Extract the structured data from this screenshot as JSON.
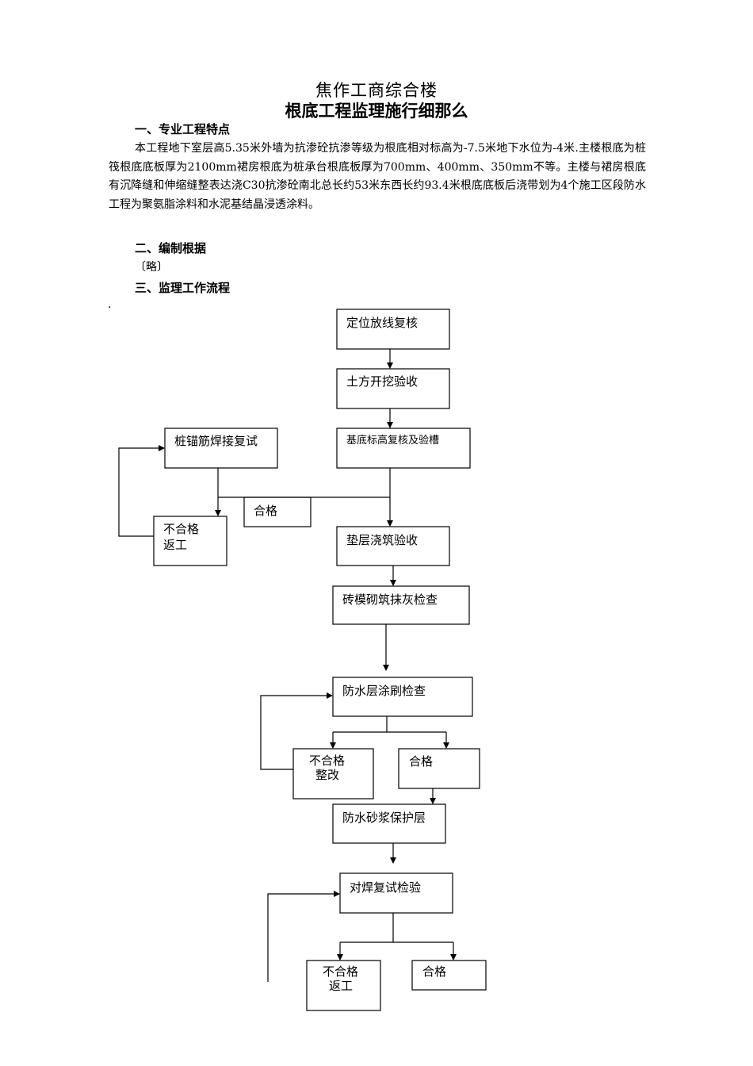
{
  "title_main": "焦作工商综合楼",
  "title_sub": "根底工程监理施行细那么",
  "section1": {
    "heading": "一、专业工程特点",
    "paragraph": "本工程地下室层高5.35米外墙为抗渗砼抗渗等级为根底相对标高为-7.5米地下水位为-4米.主楼根底为桩筏根底底板厚为2100mm裙房根底为桩承台根底板厚为700mm、400mm、350mm不等。主楼与裙房根底有沉降缝和伸缩缝整表达浇C30抗渗砼南北总长约53米东西长约93.4米根底底板后浇带划为4个施工区段防水工程为聚氨脂涂料和水泥基结晶浸透涂料。"
  },
  "section2": {
    "heading": "二、编制根据",
    "note": "〔略〕"
  },
  "section3": {
    "heading": "三、监理工作流程",
    "dot": "."
  },
  "flowchart": {
    "step1": "定位放线复核",
    "step2": "土方开挖验收",
    "step3": "基底标高复核及验槽",
    "pile_anchor": "桩锚筋焊接复试",
    "pass1": "合格",
    "fail1_line1": "不合格",
    "fail1_line2": "返工",
    "step4": "垫层浇筑验收",
    "step5": "砖模砌筑抹灰检查",
    "step6": "防水层涂刷检查",
    "fail2_line1": "不合格",
    "fail2_line2": "整改",
    "pass2": "合格",
    "step7": "防水砂浆保护层",
    "step8": "对焊复试检验",
    "fail3_line1": "不合格",
    "fail3_line2": "返工",
    "pass3": "合格"
  }
}
